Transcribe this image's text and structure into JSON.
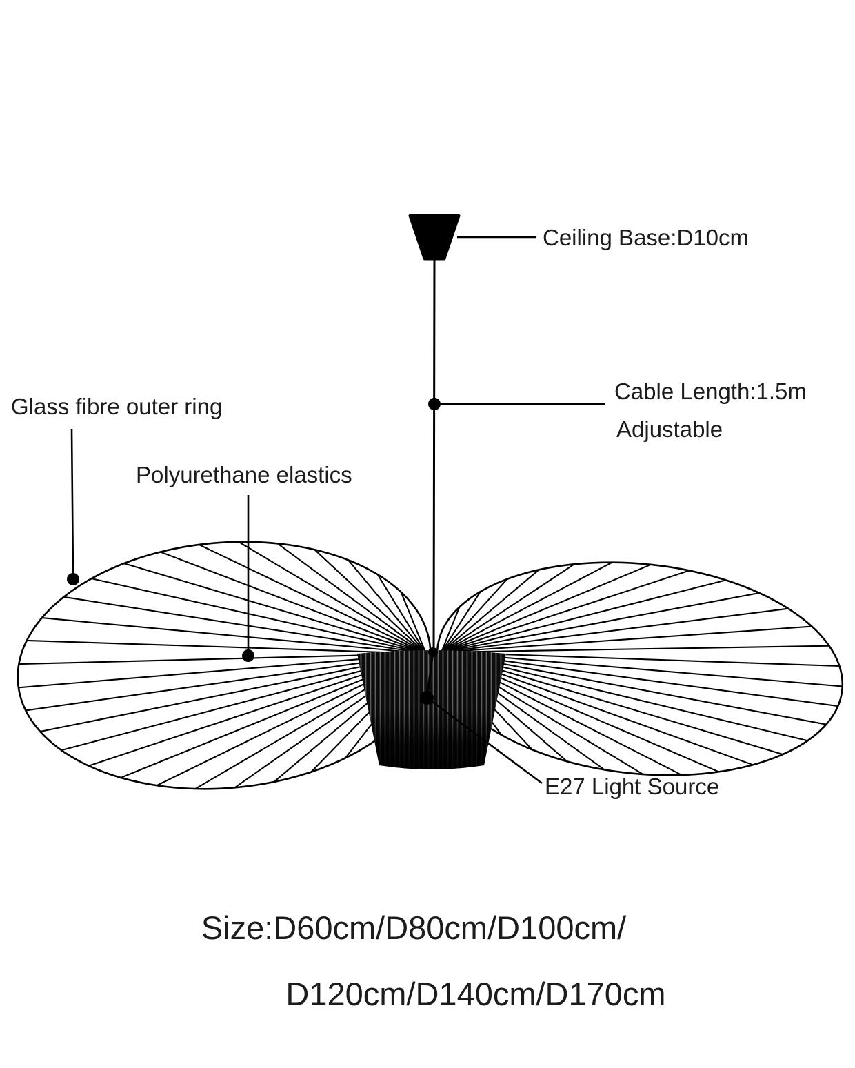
{
  "colors": {
    "line": "#000000",
    "text": "#1c1c1c",
    "background": "#ffffff"
  },
  "annotations": {
    "ceiling_base": "Ceiling Base:D10cm",
    "cable_length_line1": "Cable Length:1.5m",
    "cable_length_line2": "Adjustable",
    "outer_ring": "Glass fibre outer ring",
    "elastics": "Polyurethane elastics",
    "light_source": "E27 Light Source"
  },
  "size_text": {
    "line1": "Size:D60cm/D80cm/D100cm/",
    "line2": "D120cm/D140cm/D170cm"
  }
}
